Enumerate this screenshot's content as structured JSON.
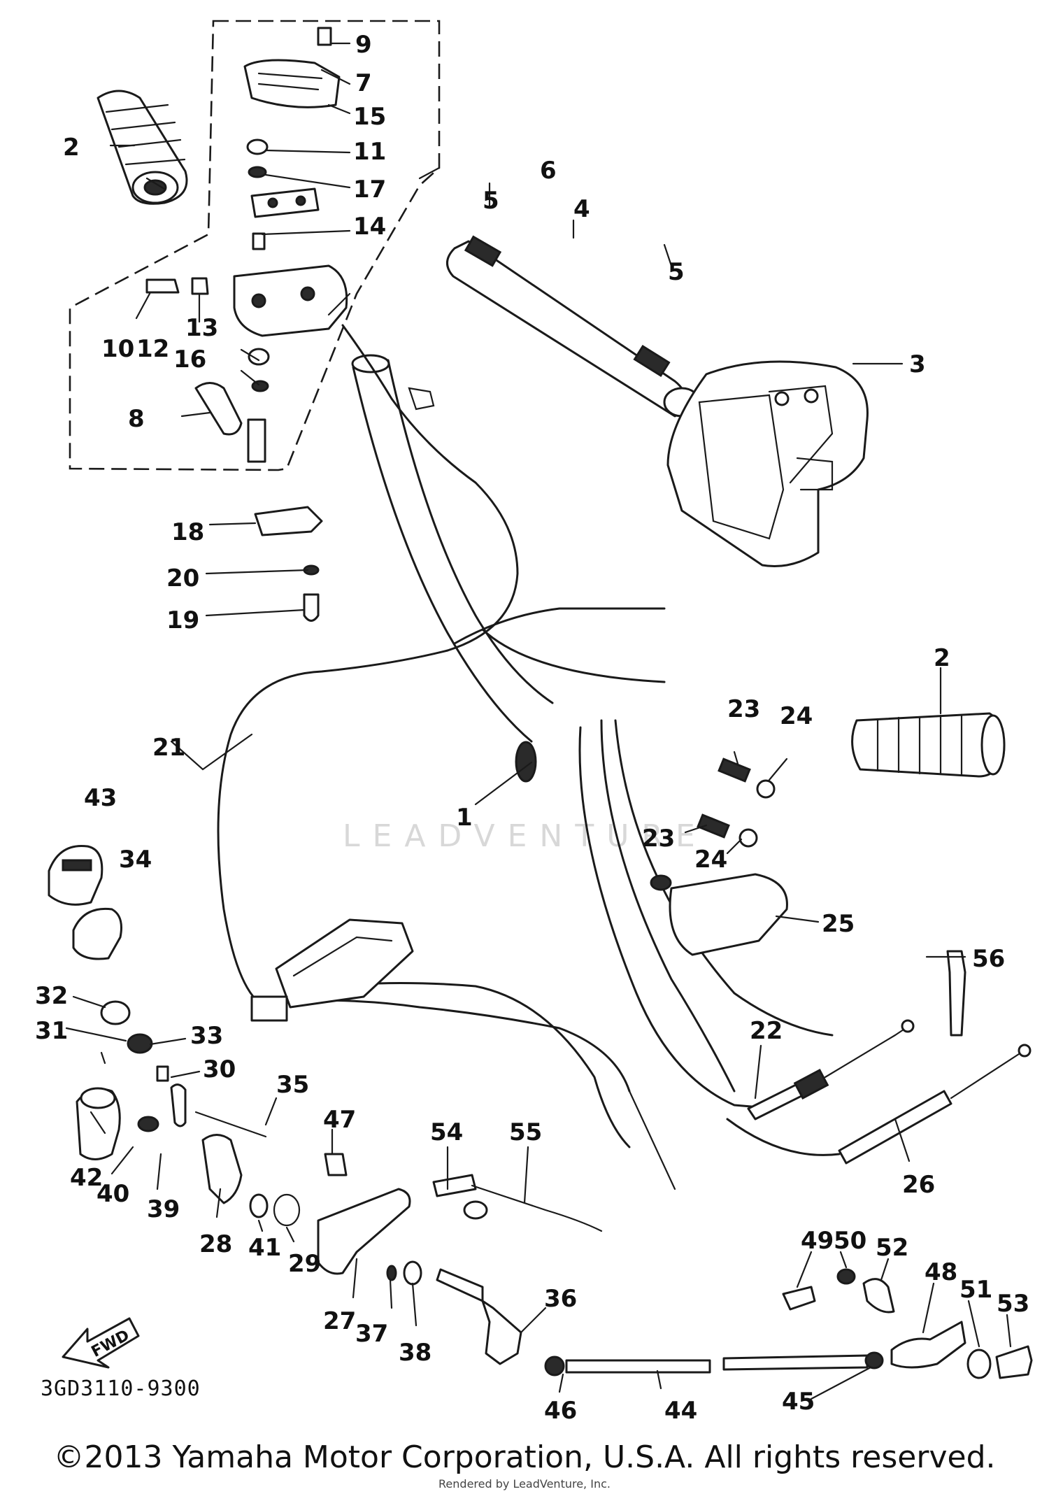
{
  "diagram_code": "3GD3110-9300",
  "fwd_label": "FWD",
  "copyright": "©2013 Yamaha Motor Corporation, U.S.A. All rights reserved.",
  "rendered_by": "Rendered by LeadVenture, Inc.",
  "watermark": "LEADVENTURE",
  "callouts": [
    "1",
    "2",
    "2",
    "3",
    "4",
    "5",
    "5",
    "6",
    "7",
    "8",
    "9",
    "10",
    "11",
    "12",
    "13",
    "14",
    "15",
    "16",
    "17",
    "18",
    "19",
    "20",
    "21",
    "22",
    "23",
    "23",
    "24",
    "24",
    "25",
    "26",
    "27",
    "28",
    "29",
    "30",
    "31",
    "32",
    "33",
    "34",
    "35",
    "36",
    "37",
    "38",
    "39",
    "40",
    "41",
    "42",
    "43",
    "44",
    "45",
    "46",
    "47",
    "48",
    "49",
    "50",
    "51",
    "52",
    "53",
    "54",
    "55",
    "56"
  ]
}
